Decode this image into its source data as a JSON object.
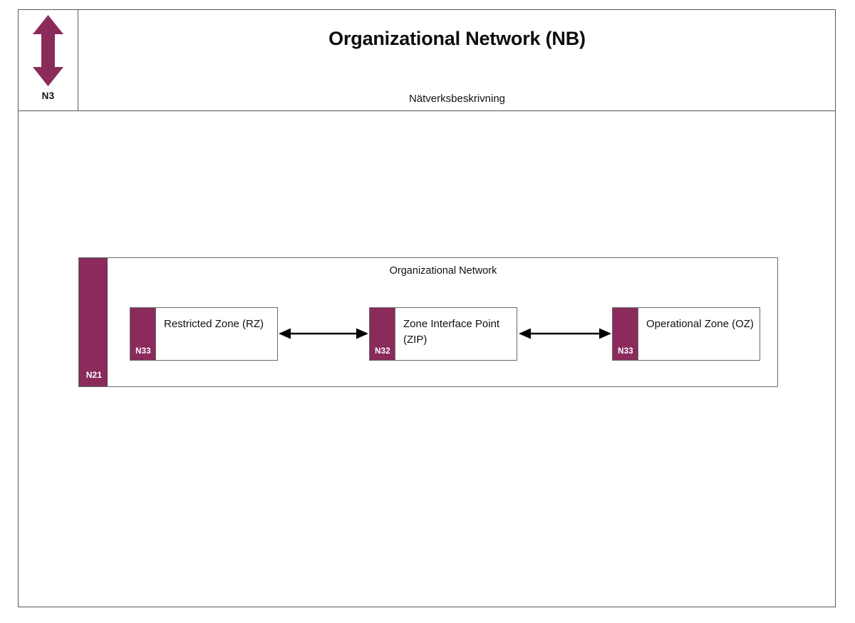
{
  "document": {
    "title": "Organizational Network (NB)",
    "subtitle": "Nätverksbeskrivning"
  },
  "navigation": {
    "arrow_icon": "double-headed-vertical-arrow",
    "label": "N3"
  },
  "colors": {
    "accent_purple": "#8a2b5b",
    "border_gray": "#6b6b6b",
    "frame_gray": "#595959",
    "background": "#ffffff",
    "text": "#111111",
    "tab_text": "#ffffff"
  },
  "diagram": {
    "container": {
      "title": "Organizational Network",
      "band_label": "N21"
    },
    "nodes": [
      {
        "id": "rz",
        "tag": "N33",
        "label": "Restricted Zone (RZ)"
      },
      {
        "id": "zip",
        "tag": "N32",
        "label": "Zone Interface Point (ZIP)"
      },
      {
        "id": "oz",
        "tag": "N33",
        "label": "Operational Zone (OZ)"
      }
    ],
    "connectors": [
      {
        "id": "rz-zip",
        "from": "rz",
        "to": "zip",
        "style": "double-headed-arrow"
      },
      {
        "id": "zip-oz",
        "from": "zip",
        "to": "oz",
        "style": "double-headed-arrow"
      }
    ]
  }
}
